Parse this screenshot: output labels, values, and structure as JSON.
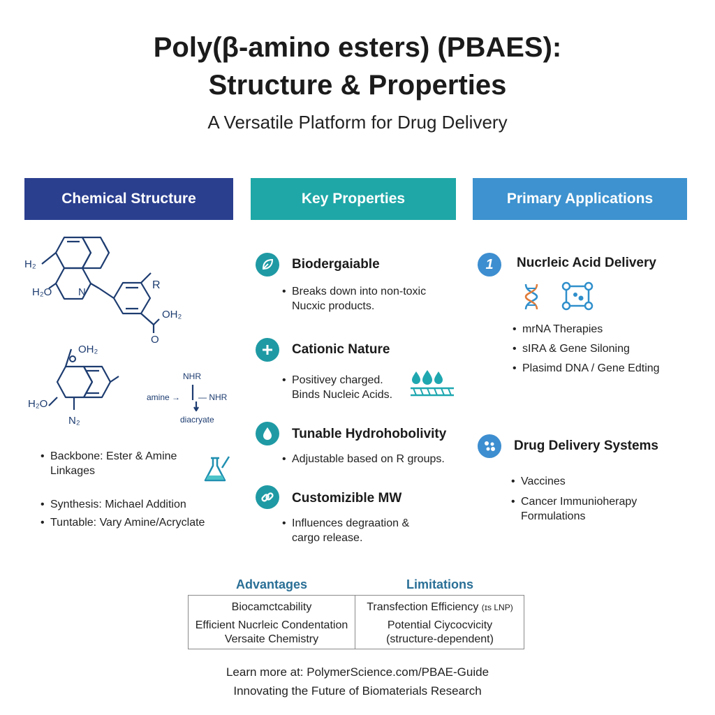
{
  "header": {
    "title_line1": "Poly(β-amino esters) (PBAES):",
    "title_line2": "Structure & Properties",
    "subtitle": "A Versatile Platform for Drug Delivery"
  },
  "columns": {
    "structure": "Chemical Structure",
    "properties": "Key Properties",
    "applications": "Primary Applications"
  },
  "colors": {
    "structure": "#2b3f8f",
    "properties": "#1fa7a7",
    "applications": "#3d92cf"
  },
  "chem_labels": {
    "h2_top": "H₂",
    "h2o_left": "H₂O",
    "n_ring": "N",
    "r_group": "R",
    "oh2_right": "OH₂",
    "o_right": "O",
    "oh2_mid": "OH₂",
    "h2o_mid": "H₂O",
    "n2": "N₂",
    "o_mid": "O",
    "nhr_top": "NHR",
    "amine": "amine →",
    "nhr_right": "— NHR",
    "diacryate": "diacryate"
  },
  "structure_bullets": [
    "Backbone: Ester & Amine",
    "Linkages",
    "Synthesis: Michael Addition",
    "Tuntable: Vary Amine/Acryclate"
  ],
  "properties": [
    {
      "title": "Biodergaiable",
      "icon": "leaf-icon",
      "lines": [
        "Breaks down into non-toxic",
        "Nucxic products."
      ]
    },
    {
      "title": "Cationic Nature",
      "icon": "plus-icon",
      "lines": [
        "Positivey charged.",
        "Binds Nucleic Acids."
      ]
    },
    {
      "title": "Tunable Hydrohobolivity",
      "icon": "water-drop-icon",
      "lines": [
        "Adjustable based on R groups."
      ]
    },
    {
      "title": "Customizible MW",
      "icon": "link-icon",
      "lines": [
        "Influences degraation &",
        "cargo release."
      ]
    }
  ],
  "applications": {
    "nucleic": {
      "badge": "1",
      "title": "Nucrleic Acid Delivery",
      "items": [
        "mrNA Therapies",
        "sIRA & Gene Siloning",
        "Plasimd DNA / Gene Edting"
      ]
    },
    "drug": {
      "title": "Drug Delivery Systems",
      "items": [
        "Vaccines",
        "Cancer Immunioherapy",
        "Formulations"
      ]
    }
  },
  "table": {
    "advantages_head": "Advantages",
    "limitations_head": "Limitations",
    "advantages": [
      "Biocamctcability",
      "Efficient Nucrleic Condentation",
      "Versaite Chemistry"
    ],
    "limitations": [
      "Transfection Efficiency",
      "(ɪs LNP)",
      "Potential Ciycocvicity",
      "(structure-dependent)"
    ]
  },
  "footer": {
    "learn_more": "Learn more at: PolymerScience.com/PBAE-Guide",
    "tagline": "Innovating the Future of Biomaterials Research"
  }
}
